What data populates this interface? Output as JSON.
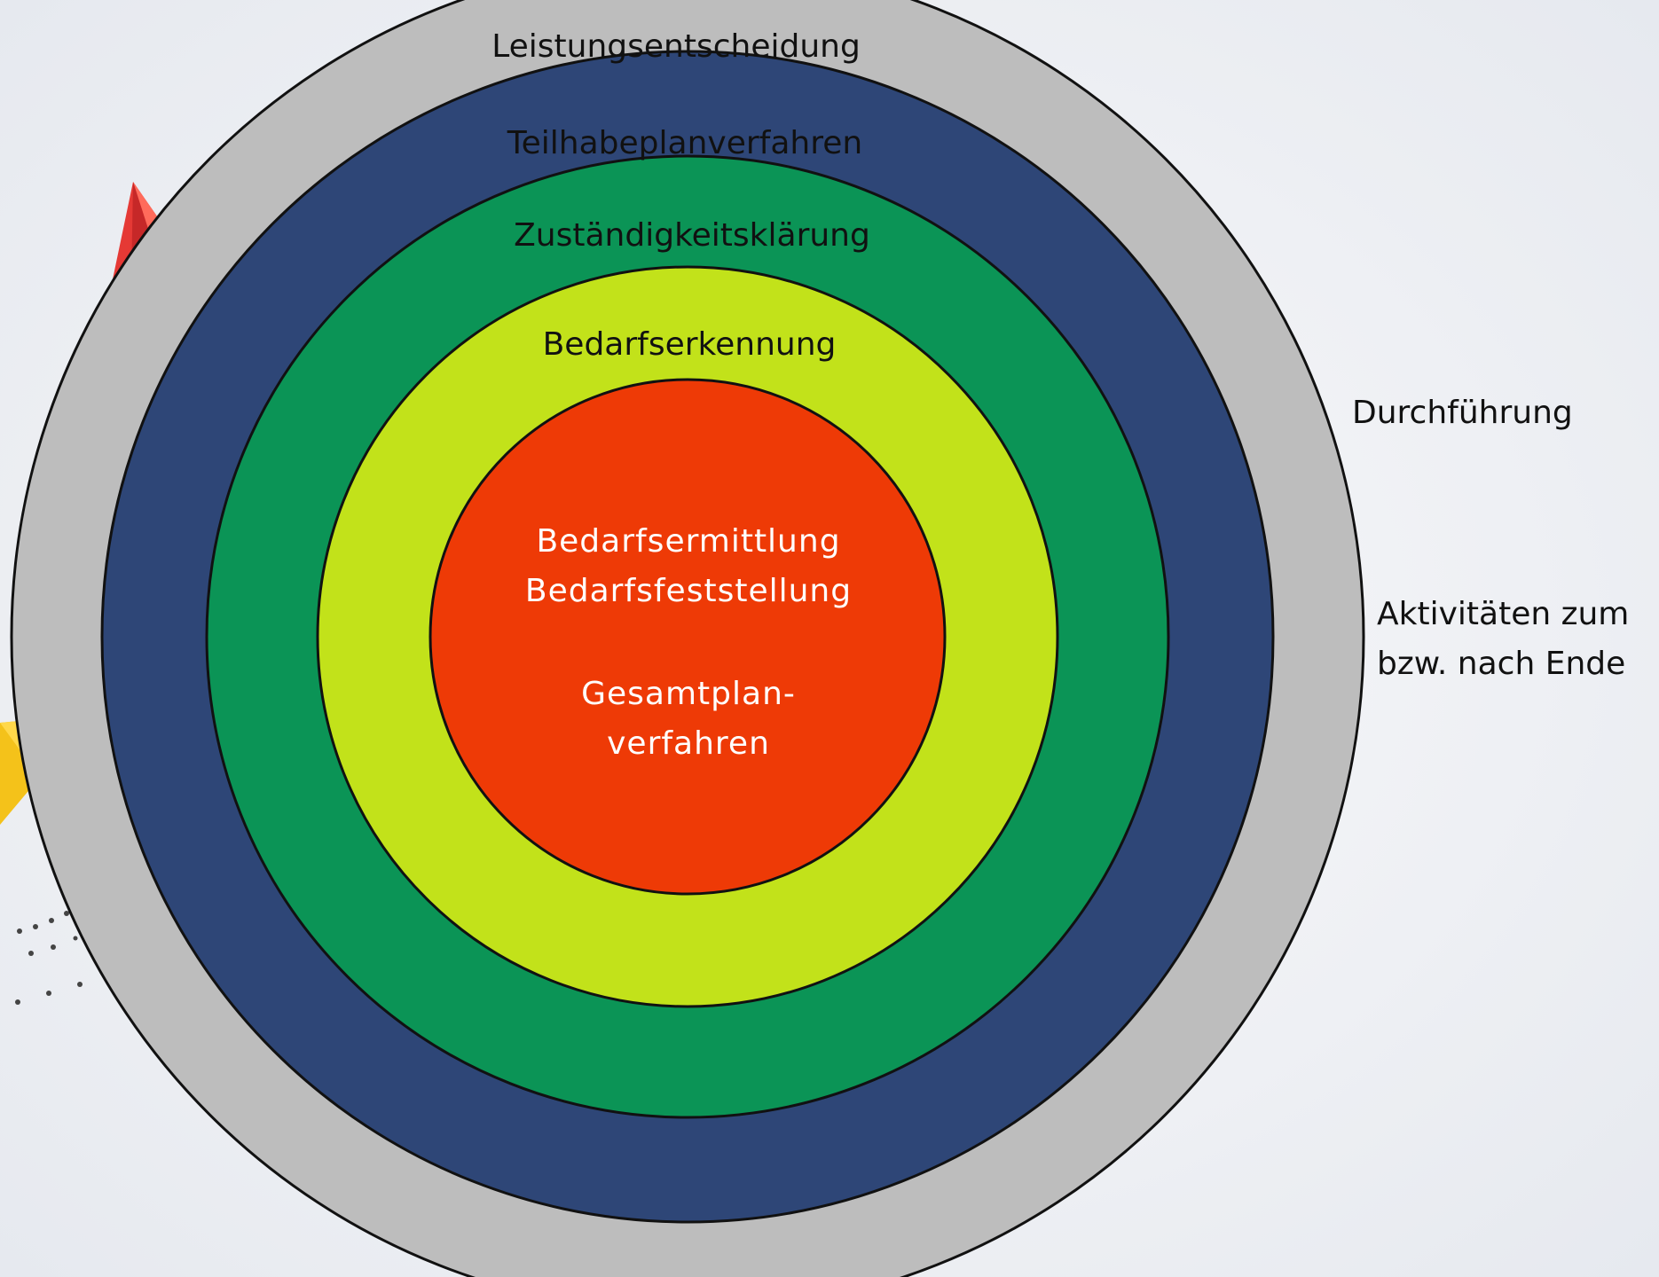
{
  "colors": {
    "outer_ring": "#bdbdbd",
    "blue_ring": "#2e4677",
    "green_ring": "#0b9456",
    "lime_ring": "#c2e21a",
    "core": "#ee3a06",
    "outline": "#111111",
    "background": "#f1f2f6"
  },
  "rings": [
    {
      "id": "leistungsentscheidung",
      "label": "Leistungsentscheidung"
    },
    {
      "id": "teilhabeplanverfahren",
      "label": "Teilhabeplanverfahren"
    },
    {
      "id": "zustaendigkeitsklaerung",
      "label": "Zuständigkeitsklärung"
    },
    {
      "id": "bedarfserkennung",
      "label": "Bedarfserkennung"
    }
  ],
  "core": {
    "line1": "Bedarfsermittlung",
    "line2": "Bedarfsfeststellung",
    "line3": "Gesamtplan-",
    "line4": "verfahren"
  },
  "side": {
    "durchfuehrung": "Durchführung",
    "aktivitaeten_line1": "Aktivitäten zum",
    "aktivitaeten_line2": "bzw. nach Ende"
  },
  "decorations": [
    "red-paper-plane-icon",
    "yellow-paper-plane-icon",
    "blue-paper-plane-icon"
  ]
}
